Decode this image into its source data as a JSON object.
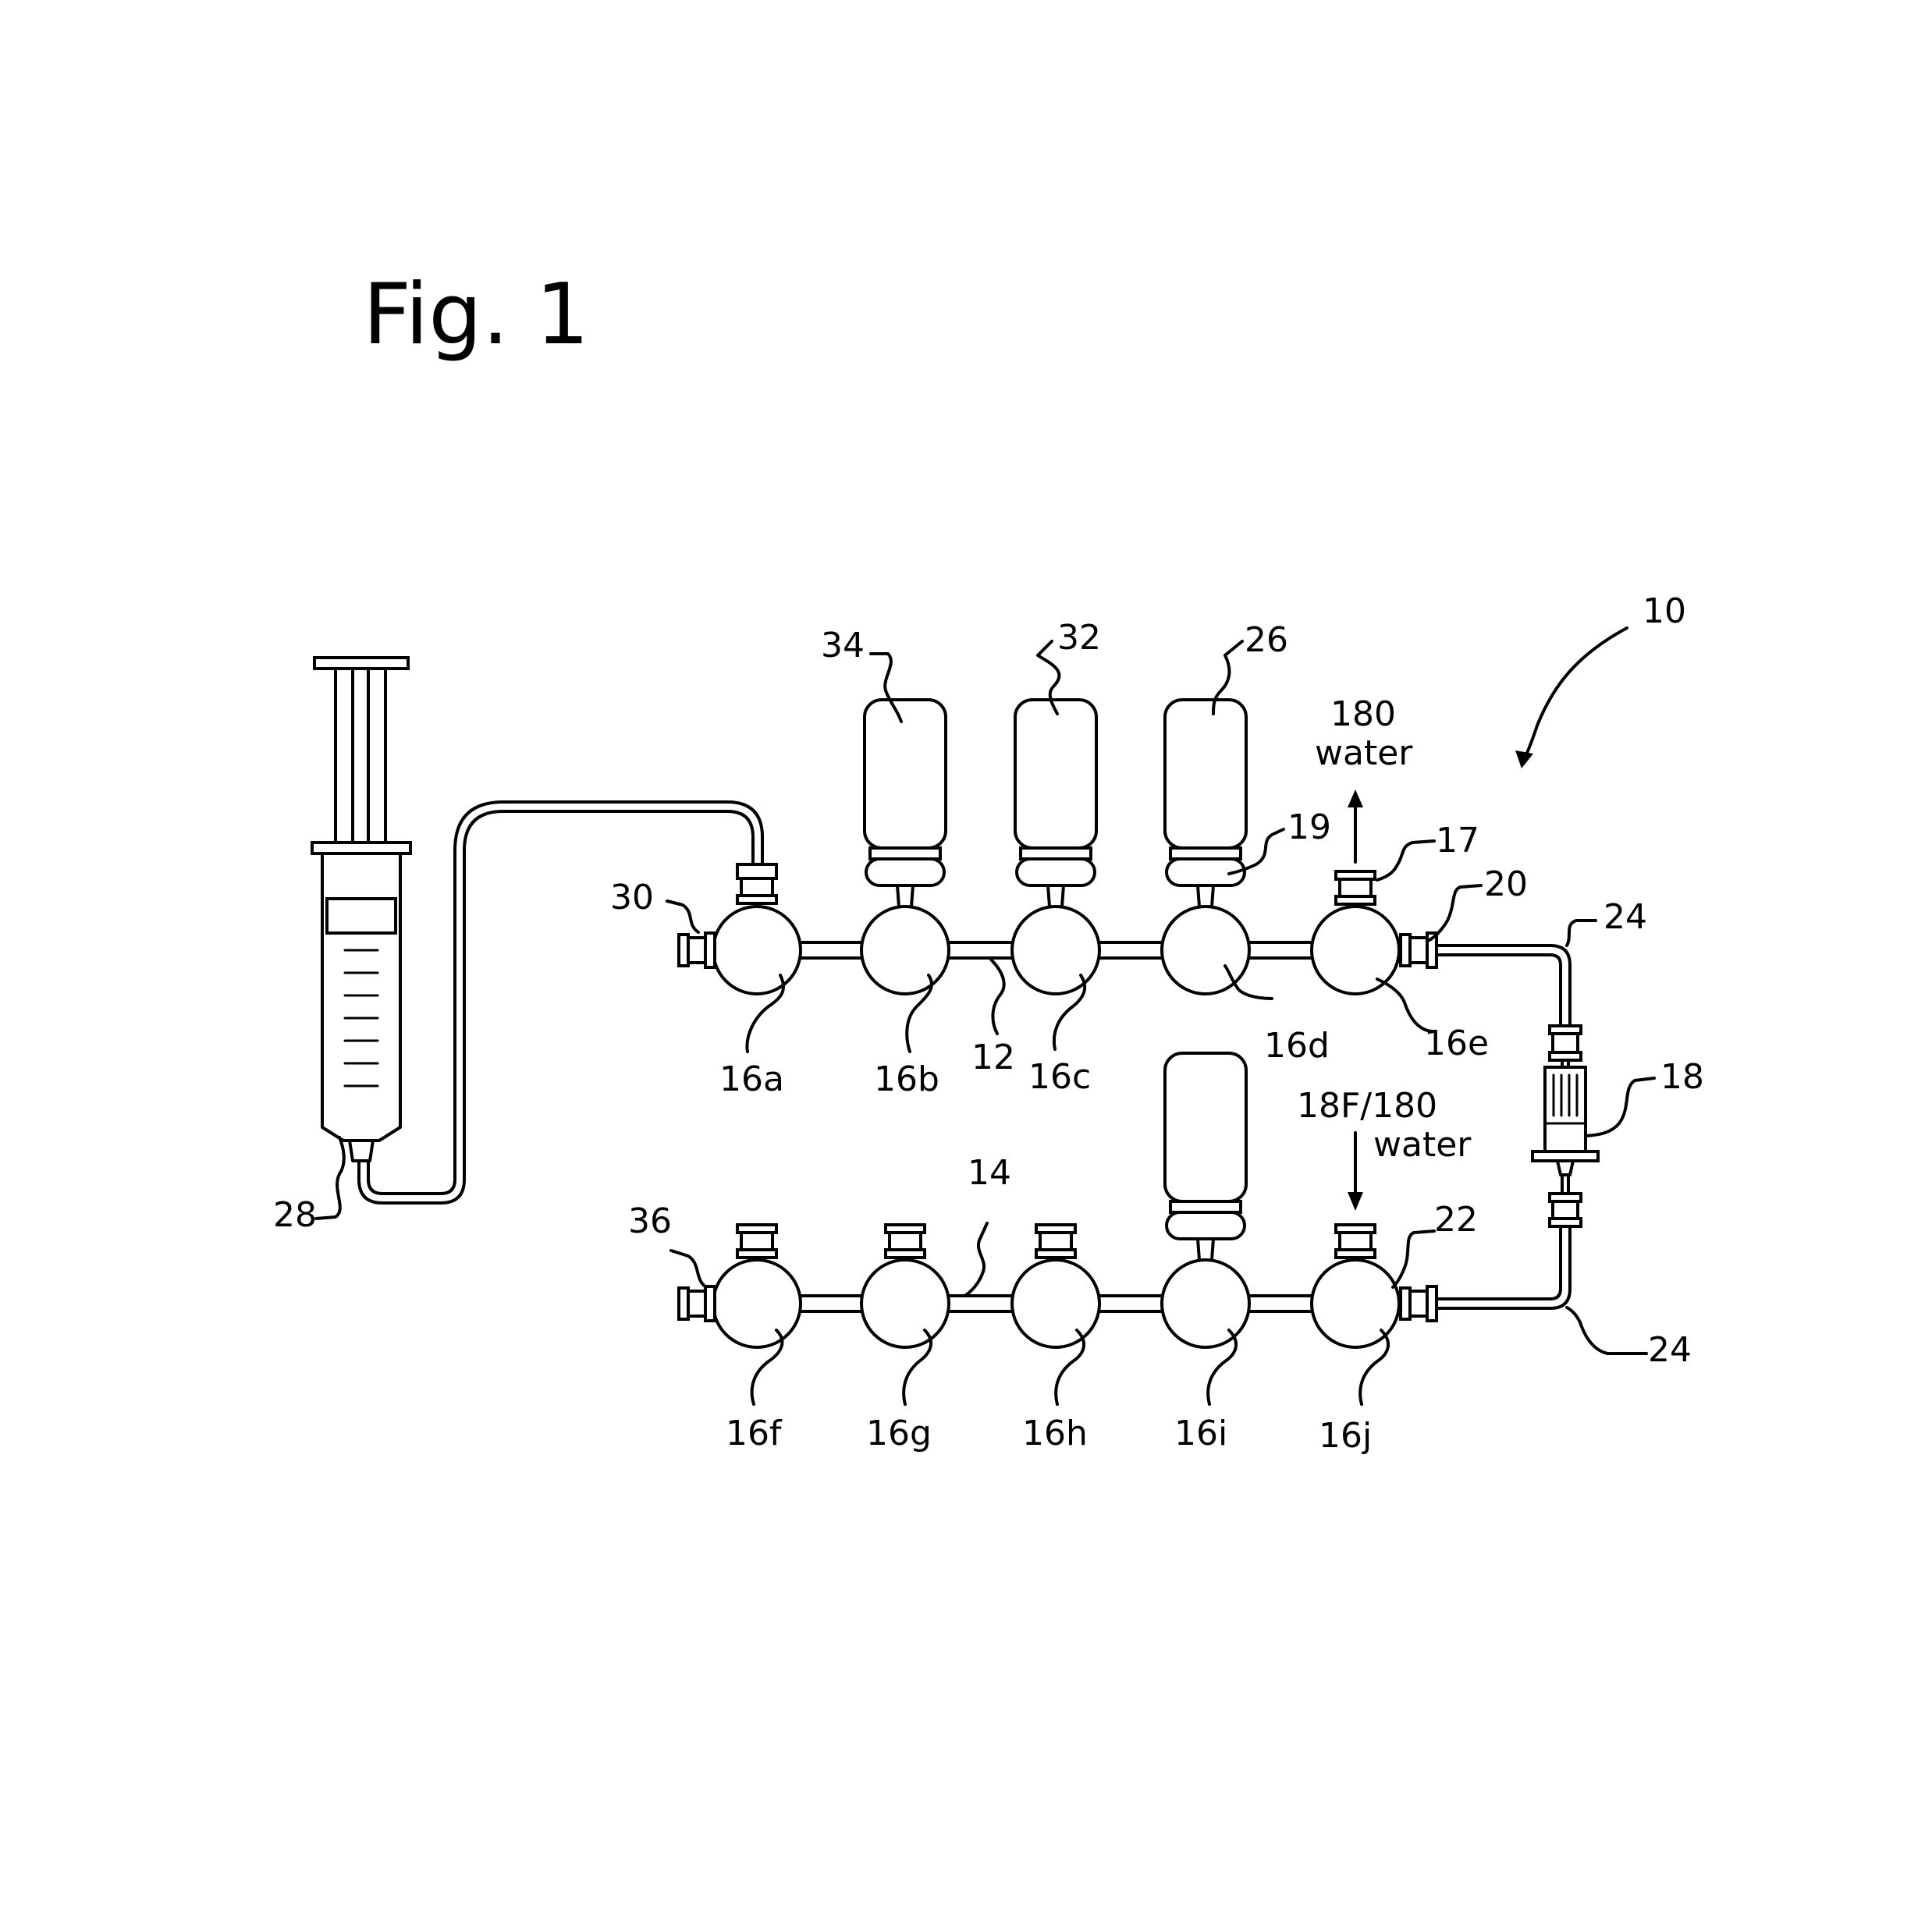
{
  "figure": {
    "title": "Fig. 1",
    "labels": {
      "ref_10": "10",
      "ref_12": "12",
      "ref_14": "14",
      "ref_16a": "16a",
      "ref_16b": "16b",
      "ref_16c": "16c",
      "ref_16d": "16d",
      "ref_16e": "16e",
      "ref_16f": "16f",
      "ref_16g": "16g",
      "ref_16h": "16h",
      "ref_16i": "16i",
      "ref_16j": "16j",
      "ref_17": "17",
      "ref_18": "18",
      "ref_19": "19",
      "ref_20": "20",
      "ref_22": "22",
      "ref_24_top": "24",
      "ref_24_bottom": "24",
      "ref_26": "26",
      "ref_28": "28",
      "ref_30": "30",
      "ref_32": "32",
      "ref_34": "34",
      "ref_36": "36",
      "outlet_line1": "180",
      "outlet_line2": "water",
      "inlet_line1": "18F/180",
      "inlet_line2": "water"
    }
  }
}
